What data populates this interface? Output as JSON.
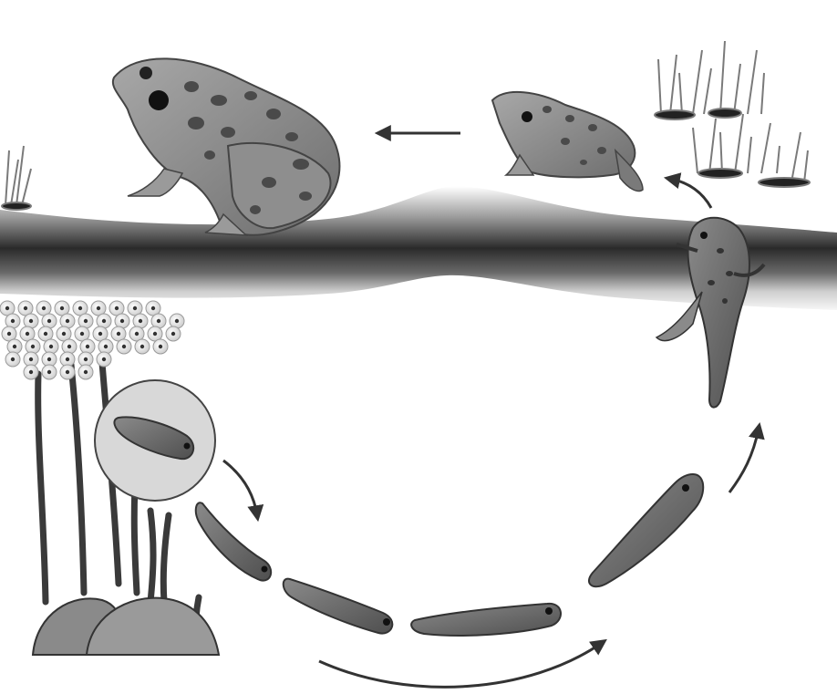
{
  "diagram": {
    "stages": [
      {
        "id": "adult-frog"
      },
      {
        "id": "froglet"
      },
      {
        "id": "tadpole-with-legs"
      },
      {
        "id": "tadpole-growing"
      },
      {
        "id": "tadpole-swimming"
      },
      {
        "id": "young-tadpole"
      },
      {
        "id": "hatchling"
      },
      {
        "id": "embryo-closeup"
      },
      {
        "id": "frog-eggs"
      }
    ],
    "labels": []
  },
  "colors": {
    "water_band_dark": "#2e2e2e",
    "frog_body": "#8c8c8c",
    "frog_spots": "#4a4a4a",
    "tadpole_body": "#6e6e6e",
    "egg_fill": "#f2f2f2",
    "arrow": "#333333"
  }
}
